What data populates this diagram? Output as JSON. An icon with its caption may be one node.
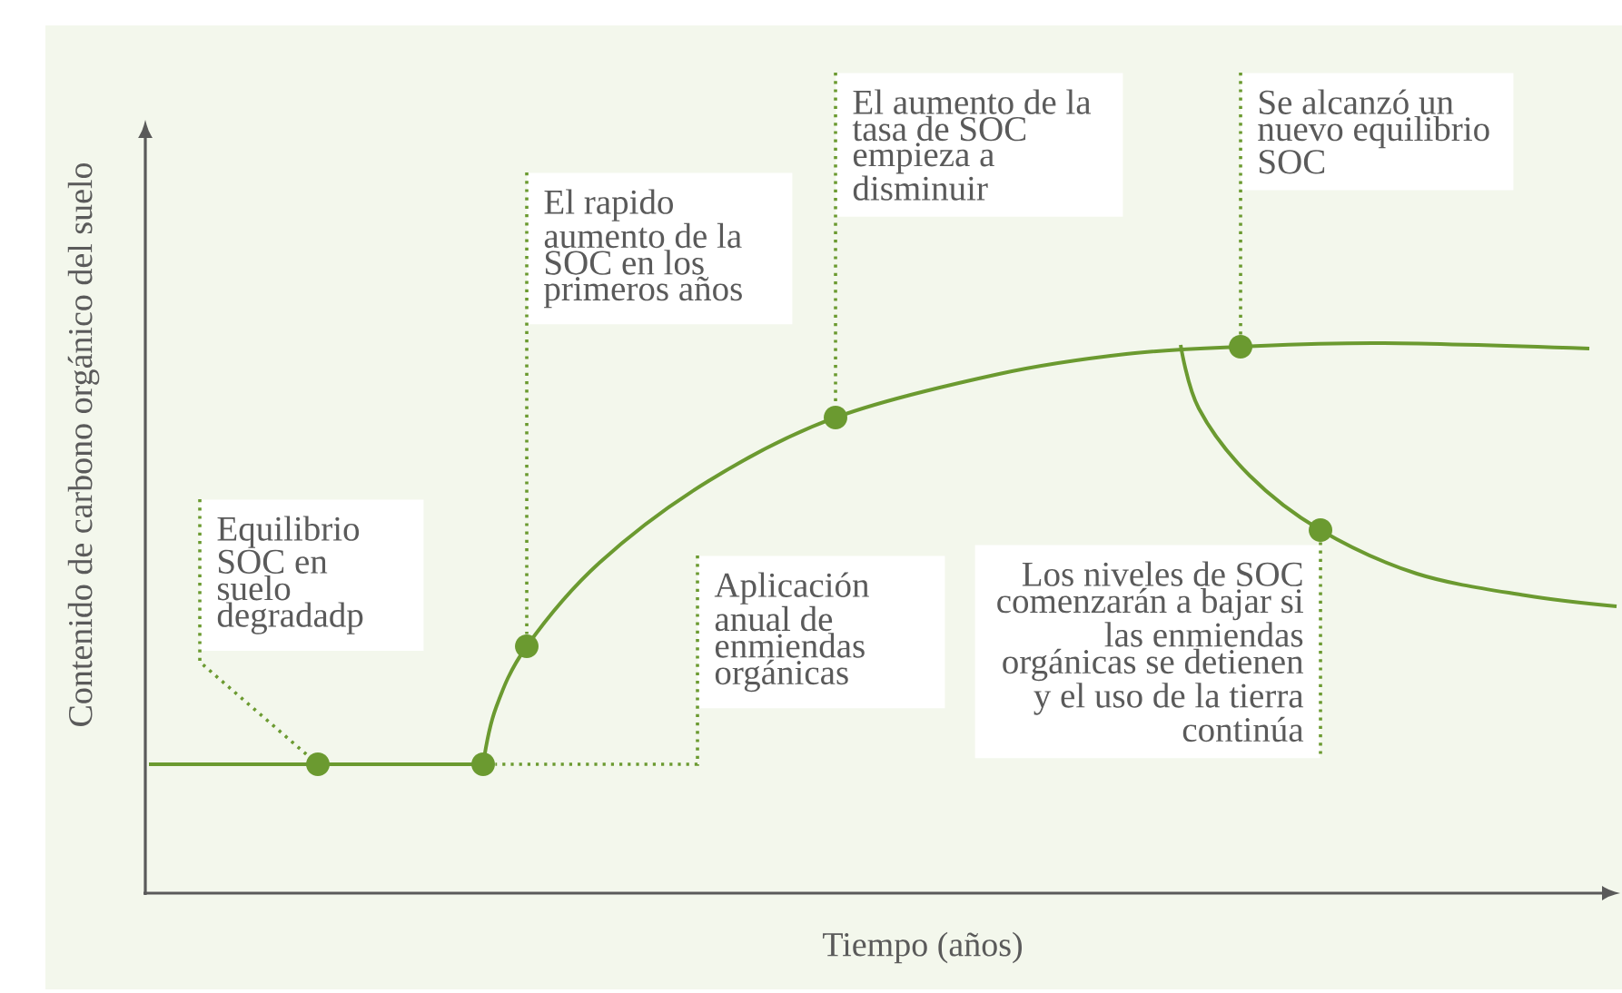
{
  "diagram": {
    "nodes": [
      {
        "text": [
          "Equilibrio SOC en suelo degradadp"
        ]
      },
      {
        "text": [
          "El rapido aumento de la SOC en los primeros años"
        ]
      },
      {
        "text": [
          "Aplicación anual de enmiendas orgánicas"
        ]
      },
      {
        "text": [
          "El aumento de la tasa de SOC empieza a disminuir"
        ]
      },
      {
        "text": [
          "Se alcanzó un nuevo equilibrio SOC"
        ]
      },
      {
        "text": [
          "Los niveles de SOC comenzarán a bajar si las enmiendas orgánicas se detienen y el uso de la tierra continúa"
        ]
      },
      {
        "text": [],
        "shape": "circle"
      },
      {
        "text": [],
        "shape": "circle"
      },
      {
        "text": [],
        "shape": "circle"
      },
      {
        "text": [],
        "shape": "circle"
      },
      {
        "text": [],
        "shape": "circle"
      },
      {
        "text": [],
        "shape": "circle"
      }
    ],
    "edges": [
      {
        "from": 0,
        "to": 6,
        "arrow": "none"
      },
      {
        "from": 1,
        "to": 8,
        "arrow": "none"
      },
      {
        "from": 2,
        "to": 7,
        "arrow": "none"
      },
      {
        "from": 3,
        "to": 9,
        "arrow": "none"
      },
      {
        "from": 4,
        "to": 10,
        "arrow": "none"
      },
      {
        "from": 5,
        "to": 11,
        "arrow": "none"
      }
    ],
    "labels": [
      "Contenido de carbono orgánico del suelo",
      "Tiempo (años)"
    ]
  }
}
